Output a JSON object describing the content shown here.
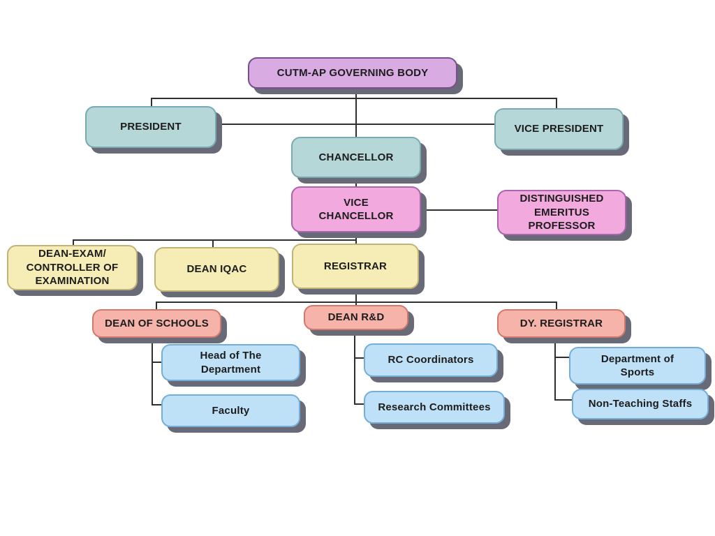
{
  "diagram_type": "org-chart",
  "palette": {
    "purple_fill": "#d9abe3",
    "purple_border": "#7a4e8c",
    "teal_fill": "#b6d7d8",
    "teal_border": "#79aab0",
    "pink_fill": "#f2a9de",
    "pink_border": "#ad64ae",
    "yellow_fill": "#f6ecb6",
    "yellow_border": "#bfb377",
    "salmon_fill": "#f6b3aa",
    "salmon_border": "#d0796c",
    "blue_fill": "#bfe1f7",
    "blue_border": "#74aed8",
    "shadow": "#696a78",
    "connector_line": "#2f2f2f",
    "text": "#1c1c1c",
    "background": "#ffffff"
  },
  "nodes": {
    "governing_body": {
      "label": "CUTM-AP GOVERNING BODY",
      "tier": "purple"
    },
    "president": {
      "label": "PRESIDENT",
      "tier": "teal"
    },
    "vice_president": {
      "label": "VICE PRESIDENT",
      "tier": "teal"
    },
    "chancellor": {
      "label": "CHANCELLOR",
      "tier": "teal"
    },
    "vice_chancellor": {
      "label": "VICE\nCHANCELLOR",
      "tier": "pink"
    },
    "distinguished_emeritus_professor": {
      "label": "DISTINGUISHED\nEMERITUS\nPROFESSOR",
      "tier": "pink"
    },
    "dean_exam": {
      "label": "DEAN-EXAM/\nCONTROLLER OF\nEXAMINATION",
      "tier": "yellow"
    },
    "dean_iqac": {
      "label": "DEAN IQAC",
      "tier": "yellow"
    },
    "registrar": {
      "label": "REGISTRAR",
      "tier": "yellow"
    },
    "dean_of_schools": {
      "label": "DEAN OF SCHOOLS",
      "tier": "salmon"
    },
    "dean_rd": {
      "label": "DEAN R&D",
      "tier": "salmon"
    },
    "dy_registrar": {
      "label": "DY. REGISTRAR",
      "tier": "salmon"
    },
    "head_of_department": {
      "label": "Head of The\nDepartment",
      "tier": "blue"
    },
    "faculty": {
      "label": "Faculty",
      "tier": "blue"
    },
    "rc_coordinators": {
      "label": "RC Coordinators",
      "tier": "blue"
    },
    "research_committees": {
      "label": "Research Committees",
      "tier": "blue"
    },
    "department_of_sports": {
      "label": "Department of\nSports",
      "tier": "blue"
    },
    "non_teaching_staffs": {
      "label": "Non-Teaching Staffs",
      "tier": "blue"
    }
  },
  "edges": [
    [
      "governing_body",
      "president"
    ],
    [
      "governing_body",
      "vice_president"
    ],
    [
      "governing_body",
      "chancellor"
    ],
    [
      "president",
      "vice_president"
    ],
    [
      "chancellor",
      "vice_chancellor"
    ],
    [
      "vice_chancellor",
      "distinguished_emeritus_professor"
    ],
    [
      "vice_chancellor",
      "dean_exam"
    ],
    [
      "vice_chancellor",
      "dean_iqac"
    ],
    [
      "vice_chancellor",
      "registrar"
    ],
    [
      "registrar",
      "dean_of_schools"
    ],
    [
      "registrar",
      "dean_rd"
    ],
    [
      "registrar",
      "dy_registrar"
    ],
    [
      "dean_of_schools",
      "head_of_department"
    ],
    [
      "dean_of_schools",
      "faculty"
    ],
    [
      "dean_rd",
      "rc_coordinators"
    ],
    [
      "dean_rd",
      "research_committees"
    ],
    [
      "dy_registrar",
      "department_of_sports"
    ],
    [
      "dy_registrar",
      "non_teaching_staffs"
    ]
  ]
}
